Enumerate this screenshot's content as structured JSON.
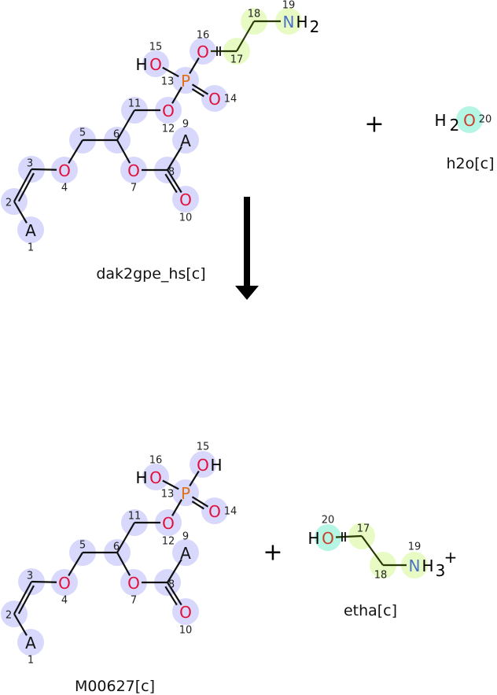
{
  "reaction": {
    "arrow_direction": "down",
    "plus_signs": [
      "+",
      "+"
    ],
    "reactants": [
      {
        "name": "dak2gpe_hs[c]",
        "atoms": [
          {
            "id": "1",
            "symbol": "A"
          },
          {
            "id": "2",
            "symbol": ""
          },
          {
            "id": "3",
            "symbol": ""
          },
          {
            "id": "4",
            "symbol": "O"
          },
          {
            "id": "5",
            "symbol": ""
          },
          {
            "id": "6",
            "symbol": ""
          },
          {
            "id": "7",
            "symbol": "O"
          },
          {
            "id": "8",
            "symbol": ""
          },
          {
            "id": "9",
            "symbol": "A"
          },
          {
            "id": "10",
            "symbol": "O"
          },
          {
            "id": "11",
            "symbol": ""
          },
          {
            "id": "12",
            "symbol": "O"
          },
          {
            "id": "13",
            "symbol": "P"
          },
          {
            "id": "14",
            "symbol": "O"
          },
          {
            "id": "15",
            "symbol": "O",
            "h_before": "H"
          },
          {
            "id": "16",
            "symbol": "O"
          },
          {
            "id": "17",
            "symbol": ""
          },
          {
            "id": "18",
            "symbol": ""
          },
          {
            "id": "19",
            "symbol": "N",
            "h_after": "H",
            "h_count": "2"
          }
        ]
      },
      {
        "name": "h2o[c]",
        "atoms": [
          {
            "id": "20",
            "symbol": "O",
            "h_before": "H",
            "h_count_before": "2"
          }
        ]
      }
    ],
    "products": [
      {
        "name": "M00627[c]",
        "atoms": [
          {
            "id": "1",
            "symbol": "A"
          },
          {
            "id": "2",
            "symbol": ""
          },
          {
            "id": "3",
            "symbol": ""
          },
          {
            "id": "4",
            "symbol": "O"
          },
          {
            "id": "5",
            "symbol": ""
          },
          {
            "id": "6",
            "symbol": ""
          },
          {
            "id": "7",
            "symbol": "O"
          },
          {
            "id": "8",
            "symbol": ""
          },
          {
            "id": "9",
            "symbol": "A"
          },
          {
            "id": "10",
            "symbol": "O"
          },
          {
            "id": "11",
            "symbol": ""
          },
          {
            "id": "12",
            "symbol": "O"
          },
          {
            "id": "13",
            "symbol": "P"
          },
          {
            "id": "14",
            "symbol": "O"
          },
          {
            "id": "15",
            "symbol": "O",
            "h_after": "H"
          },
          {
            "id": "16",
            "symbol": "O",
            "h_before": "H"
          }
        ]
      },
      {
        "name": "etha[c]",
        "atoms": [
          {
            "id": "20",
            "symbol": "O",
            "h_before": "H"
          },
          {
            "id": "17",
            "symbol": ""
          },
          {
            "id": "18",
            "symbol": ""
          },
          {
            "id": "19",
            "symbol": "N",
            "h_after": "H",
            "h_count": "3",
            "charge": "+"
          }
        ]
      }
    ]
  },
  "colors": {
    "highlight_main": "#d8d8fc",
    "highlight_moved": "#e9fbc4",
    "highlight_water": "#b4f5e4",
    "oxygen": "#e0103a",
    "oxygen_water": "#c8402c",
    "phosphorus": "#e07018",
    "nitrogen": "#4a72c4",
    "bond": "#111111"
  }
}
